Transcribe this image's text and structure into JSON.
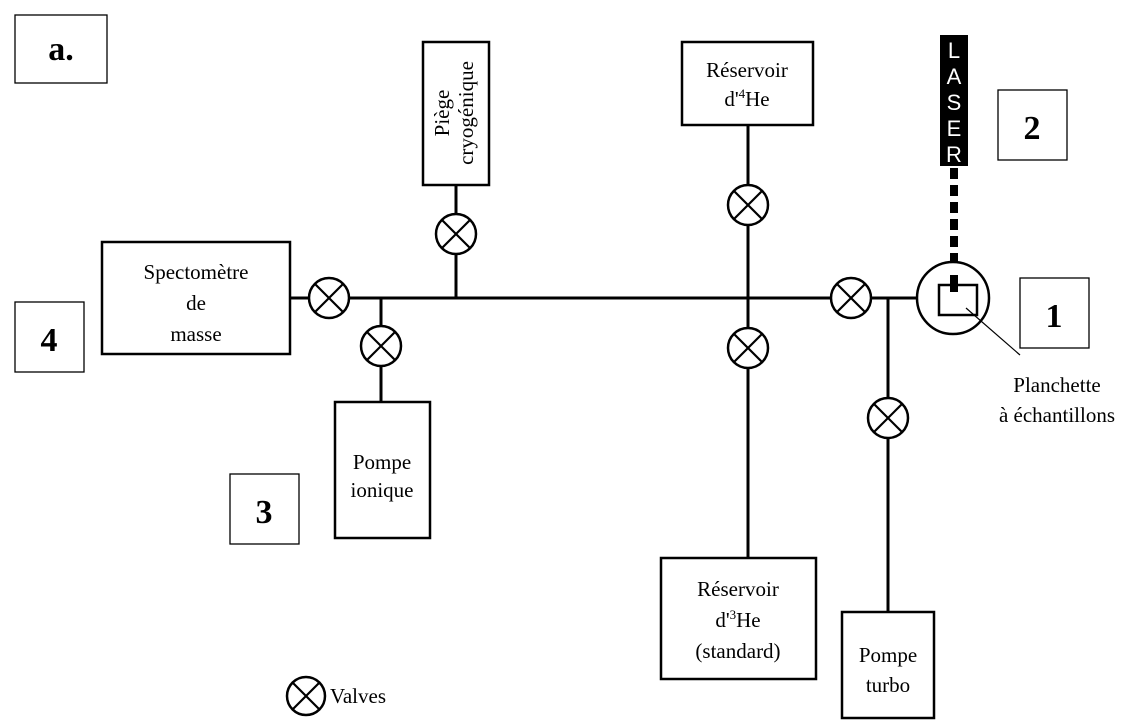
{
  "panel_label": "a.",
  "numbers": {
    "n1": "1",
    "n2": "2",
    "n3": "3",
    "n4": "4"
  },
  "laser": {
    "letters": [
      "L",
      "A",
      "S",
      "E",
      "R"
    ]
  },
  "components": {
    "piege": [
      "Piège",
      "cryogénique"
    ],
    "reservoir_he4": {
      "line1": "Réservoir",
      "line2_prefix": "d'",
      "line2_sup": "4",
      "line2_suffix": "He"
    },
    "spectrometre": [
      "Spectomètre",
      "de",
      "masse"
    ],
    "pompe_ionique": [
      "Pompe",
      "ionique"
    ],
    "reservoir_he3": {
      "line1": "Réservoir",
      "line2_prefix": "d'",
      "line2_sup": "3",
      "line2_suffix": "He",
      "line3": "(standard)"
    },
    "pompe_turbo": [
      "Pompe",
      "turbo"
    ],
    "planchette": [
      "Planchette",
      "à échantillons"
    ]
  },
  "legend": {
    "valves_label": "Valves"
  }
}
